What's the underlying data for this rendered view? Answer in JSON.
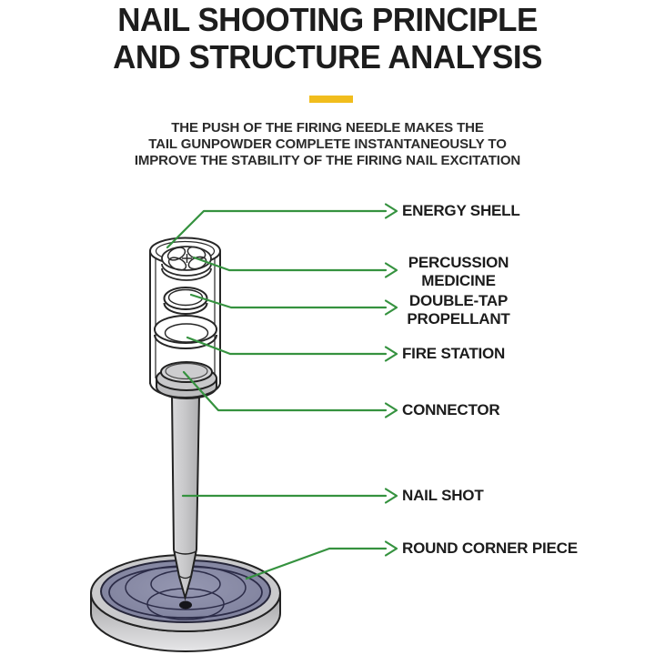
{
  "header": {
    "title_line1": "NAIL SHOOTING PRINCIPLE",
    "title_line2": "AND STRUCTURE ANALYSIS",
    "subtitle_lines": [
      "THE PUSH OF THE FIRING NEEDLE MAKES THE",
      "TAIL GUNPOWDER COMPLETE INSTANTANEOUSLY TO",
      "IMPROVE THE STABILITY OF THE FIRING NAIL EXCITATION"
    ]
  },
  "colors": {
    "divider_yellow": "#f1bd1d",
    "leader_line_green": "#35923f",
    "base_surface_blue": "#8688a4",
    "metal_gray": "#c6c6c8",
    "text_dark": "#1d1d1d"
  },
  "diagram": {
    "labels": [
      {
        "id": "energy-shell",
        "text": "ENERGY SHELL"
      },
      {
        "id": "percussion-medicine",
        "text": "PERCUSSION MEDICINE"
      },
      {
        "id": "double-tap-propellant",
        "text": "DOUBLE-TAP PROPELLANT"
      },
      {
        "id": "fire-station",
        "text": "FIRE STATION"
      },
      {
        "id": "connector",
        "text": "CONNECTOR"
      },
      {
        "id": "nail-shot",
        "text": "NAIL SHOT"
      },
      {
        "id": "round-corner-piece",
        "text": "ROUND CORNER PIECE"
      }
    ]
  }
}
